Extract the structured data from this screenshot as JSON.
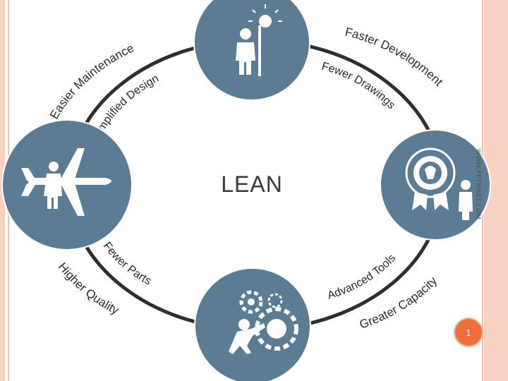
{
  "center_title": "LEAN",
  "outer_labels": {
    "top_left": "Easier Maintenance",
    "top_right": "Faster Development",
    "bottom_right": "Greater Capacity",
    "bottom_left": "Higher Quality"
  },
  "inner_labels": {
    "top_left": "Simplified Design",
    "top_right": "Fewer Drawings",
    "bottom_right": "Advanced Tools",
    "bottom_left": "Fewer Parts"
  },
  "node_icons": {
    "top": "person-lightbulb-icon",
    "right": "award-ribbon-person-icon",
    "bottom": "person-pushing-gears-icon",
    "left": "person-airplane-icon"
  },
  "watermark": "WWW.PPTMART.COM",
  "page_number": "1",
  "colors": {
    "node_fill": "#5b7c92",
    "ring": "#2f2f2f",
    "badge": "#ef6f3c",
    "border": "#f7d2c2"
  }
}
